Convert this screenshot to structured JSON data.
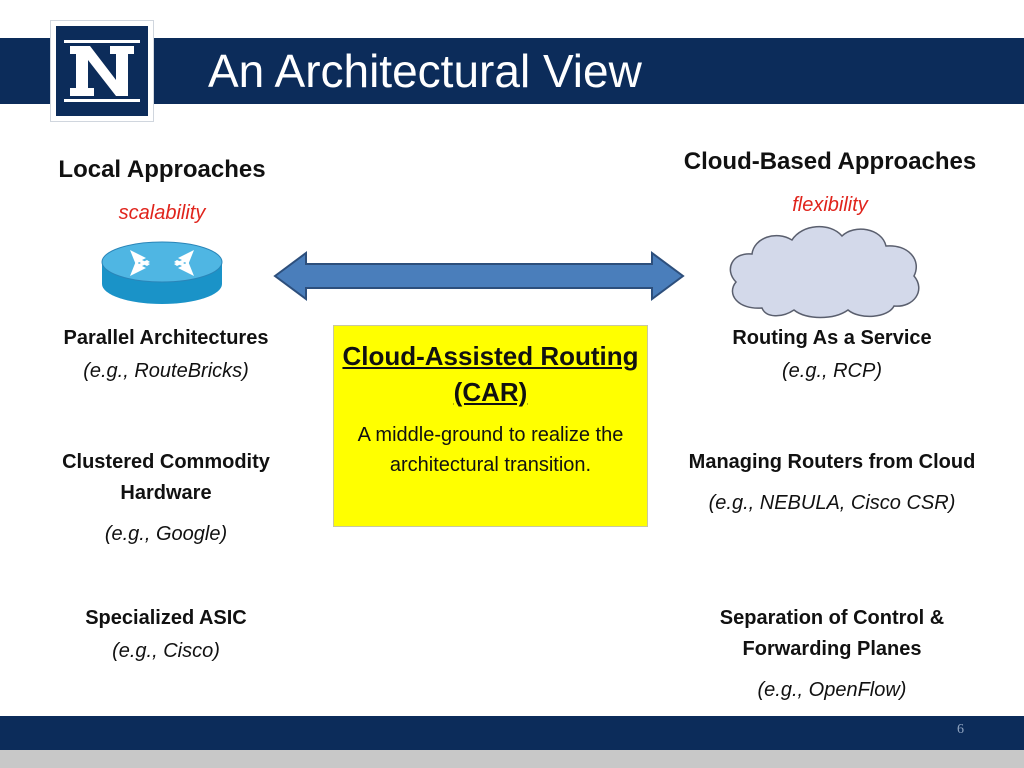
{
  "slide": {
    "title": "An Architectural View",
    "page_number": "6"
  },
  "left": {
    "heading": "Local Approaches",
    "subheading": "scalability",
    "icon": "router-icon",
    "items": [
      {
        "label": "Parallel Architectures",
        "example": "(e.g., RouteBricks)"
      },
      {
        "label": "Clustered Commodity Hardware",
        "example": "(e.g., Google)"
      },
      {
        "label": "Specialized ASIC",
        "example": "(e.g., Cisco)"
      }
    ]
  },
  "right": {
    "heading": "Cloud-Based Approaches",
    "subheading": "flexibility",
    "icon": "cloud-icon",
    "items": [
      {
        "label": "Routing As a Service",
        "example": "(e.g., RCP)"
      },
      {
        "label": "Managing Routers from Cloud",
        "example": "(e.g., NEBULA, Cisco CSR)"
      },
      {
        "label": "Separation of Control & Forwarding Planes",
        "example": "(e.g., OpenFlow)"
      }
    ]
  },
  "center": {
    "title": "Cloud-Assisted Routing (CAR)",
    "description": "A middle-ground to realize the architectural transition.",
    "box_color": "#ffff00"
  },
  "colors": {
    "brand_navy": "#0c2c5a",
    "accent_red": "#e0241c",
    "arrow_blue": "#4a7ebb"
  }
}
